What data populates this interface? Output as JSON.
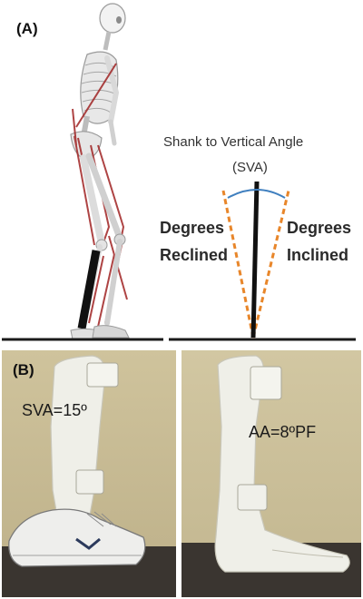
{
  "panel_a": {
    "label": "(A)",
    "title_line1": "Shank to Vertical Angle",
    "title_line2": "(SVA)",
    "left_label": [
      "Degrees",
      "Reclined"
    ],
    "right_label": [
      "Degrees",
      "Inclined"
    ],
    "colors": {
      "shank_line": "#111111",
      "cone_lines": "#e8862a",
      "angle_arc": "#3f7fbf",
      "muscles": "#a02424"
    }
  },
  "panel_b": {
    "label": "(B)",
    "left_photo_label": "SVA=15º",
    "right_photo_label": "AA=8ºPF",
    "colors": {
      "photo_wall": "#c9bd96",
      "floor": "#3a3530",
      "brace": "#efefe8"
    }
  }
}
